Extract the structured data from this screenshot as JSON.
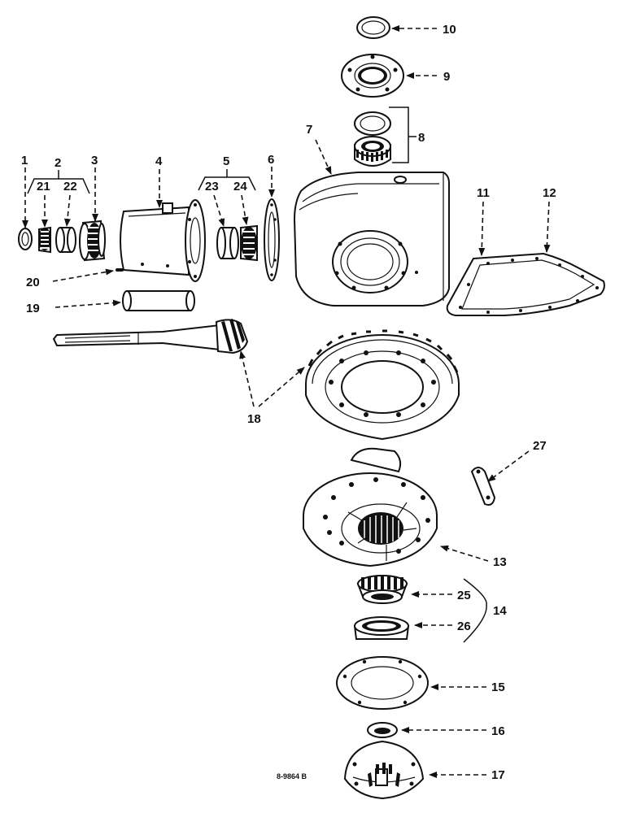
{
  "labels": {
    "p1": "1",
    "p2": "2",
    "p3": "3",
    "p4": "4",
    "p5": "5",
    "p6": "6",
    "p7": "7",
    "p8": "8",
    "p9": "9",
    "p10": "10",
    "p11": "11",
    "p12": "12",
    "p13": "13",
    "p14": "14",
    "p15": "15",
    "p16": "16",
    "p17": "17",
    "p18": "18",
    "p19": "19",
    "p20": "20",
    "p21": "21",
    "p22": "22",
    "p23": "23",
    "p24": "24",
    "p25": "25",
    "p26": "26",
    "p27": "27"
  },
  "drawing_code": "8-9864 B"
}
